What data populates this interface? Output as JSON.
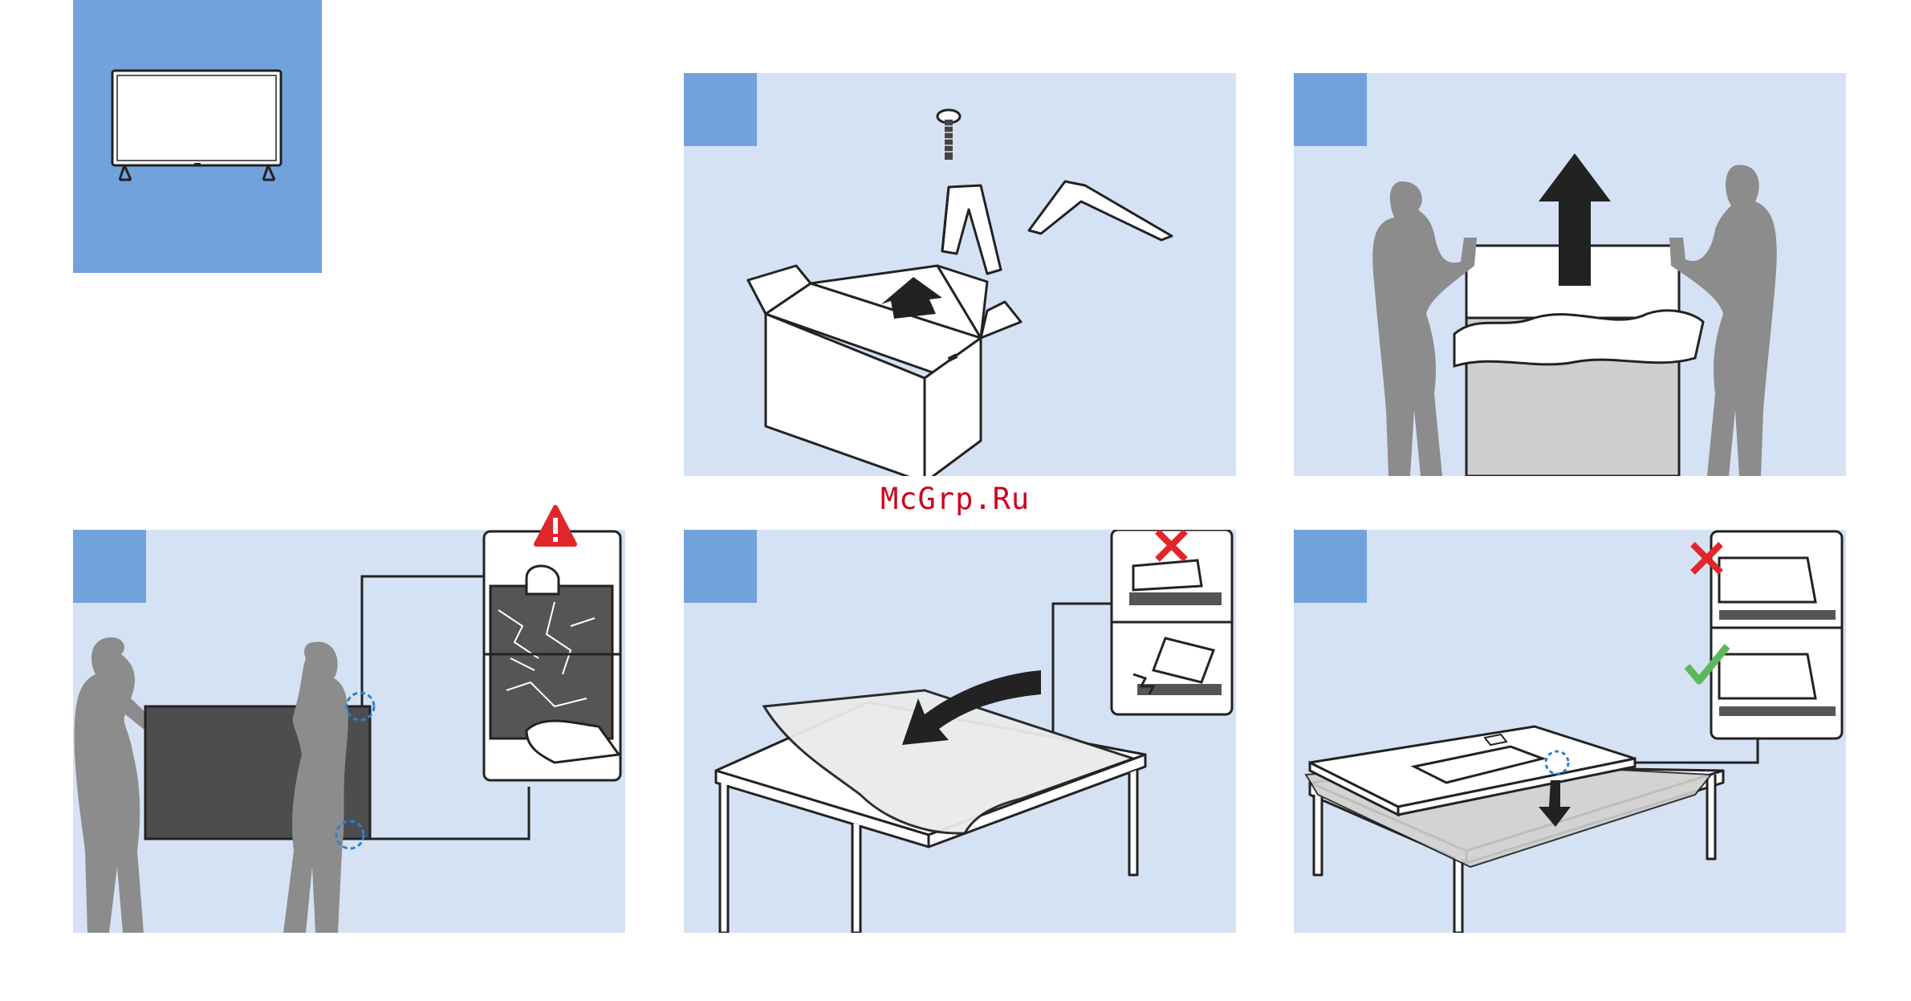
{
  "watermark": "McGrp.Ru",
  "cover": {
    "image": "tv-front-icon"
  },
  "steps": [
    {
      "image": "unbox-stand-and-screw"
    },
    {
      "image": "two-people-lift-tv-from-box"
    },
    {
      "image": "carry-tv-by-edges",
      "warning_icon": "warning-icon"
    },
    {
      "image": "lay-foam-sheet-on-table",
      "wrong_icon": "cross-icon"
    },
    {
      "image": "place-tv-face-down",
      "wrong_icon": "cross-icon",
      "correct_icon": "check-icon"
    }
  ],
  "colors": {
    "accent": "#72a2dc",
    "panel": "#d5e2f4",
    "figure": "#8c8c8c",
    "tv_screen": "#4d4d4f",
    "warning": "#e0262b",
    "check": "#5cb85c"
  }
}
